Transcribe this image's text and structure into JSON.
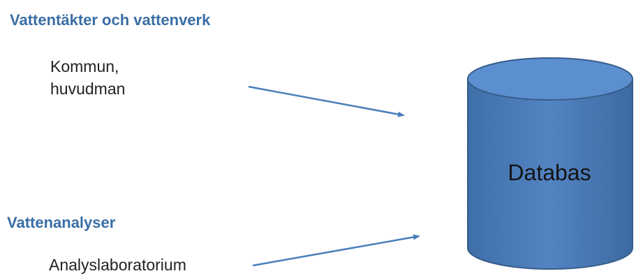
{
  "groups": [
    {
      "heading": "Vattentäkter och vattenverk",
      "source_lines": [
        "Kommun,",
        "huvudman"
      ]
    },
    {
      "heading": "Vattenanalyser",
      "source_lines": [
        "Analyslaboratorium"
      ]
    }
  ],
  "target": {
    "label": "Databas",
    "shape": "cylinder"
  },
  "colors": {
    "heading": "#3a6ea5",
    "arrow": "#4a7ebb",
    "cylinder_fill": "#4f81bd",
    "cylinder_top": "#5b8fcf",
    "cylinder_stroke": "#385d8a"
  }
}
